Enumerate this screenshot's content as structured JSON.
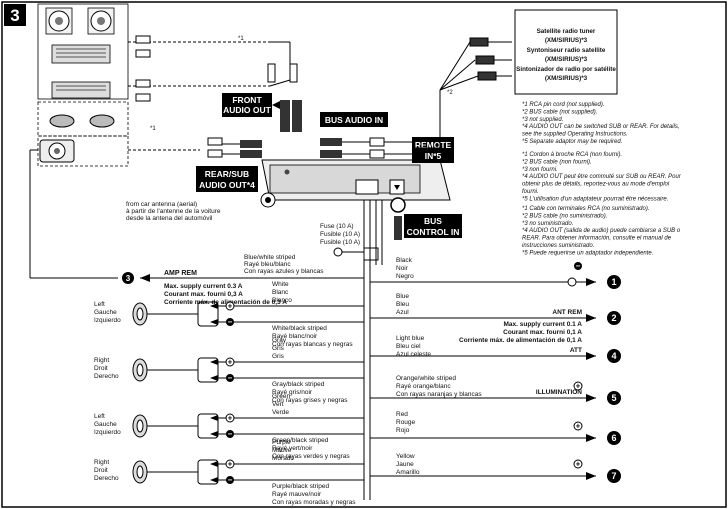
{
  "page": {
    "step_number": "3"
  },
  "top_right_box": {
    "lines": [
      "Satellite radio tuner",
      "(XM/SIRIUS)*3",
      "Syntoniseur radio satellite",
      "(XM/SIRIUS)*3",
      "Sintonizador de radio por satélite",
      "(XM/SIRIUS)*3"
    ]
  },
  "callouts": {
    "front_audio_out": [
      "FRONT",
      "AUDIO OUT"
    ],
    "rear_sub_audio_out": [
      "REAR/SUB",
      "AUDIO OUT*4"
    ],
    "bus_audio_in": "BUS AUDIO IN",
    "remote_in": [
      "REMOTE",
      "IN*5"
    ],
    "bus_control_in": [
      "BUS",
      "CONTROL IN"
    ]
  },
  "cable_marks": {
    "m1": "*1",
    "m2": "*2"
  },
  "antenna": [
    "from car antenna (aerial)",
    "à partir de l'antenne de la voiture",
    "desde la antena del automóvil"
  ],
  "fuse": [
    "Fuse (10 A)",
    "Fusible (10 A)",
    "Fusible (10 A)"
  ],
  "footnotes": {
    "en": [
      "*1  RCA pin cord (not supplied).",
      "*2  BUS cable (not supplied).",
      "*3  not supplied.",
      "*4  AUDIO OUT can be switched SUB or REAR. For details,",
      "     see the supplied Operating Instructions.",
      "*5  Separate adaptor may be required."
    ],
    "fr": [
      "*1  Cordon à broche RCA (non fourni).",
      "*2  BUS cable (non fourni).",
      "*3  non fourni.",
      "*4  AUDIO OUT peut être commuté sur SUB ou REAR. Pour",
      "     obtenir plus de détails, reportez-vous au mode d'emploi",
      "     fourni.",
      "*5  L'utilisation d'un adaptateur pourrait être nécessaire."
    ],
    "es": [
      "*1  Cable con terminales RCA (no suministrado).",
      "*2  BUS cable (no suministrado).",
      "*3  no suministrado.",
      "*4  AUDIO OUT (salida de audio) puede cambiarse a SUB o",
      "     REAR. Para obtener información, consulte el manual de",
      "     instrucciones suministrado.",
      "*5  Puede requerirse un adaptador independiente."
    ]
  },
  "amp_rem": {
    "wire": [
      "Blue/white striped",
      "Rayé bleu/blanc",
      "Con rayas azules y blancas"
    ],
    "label": "AMP REM",
    "number": "3",
    "supply": [
      "Max. supply current 0.3 A",
      "Courant max. fourni 0,3 A",
      "Corriente máx. de alimentación de 0,3 A"
    ]
  },
  "speakers": [
    {
      "position": [
        "Left",
        "Gauche",
        "Izquierdo"
      ],
      "plus": [
        "White",
        "Blanc",
        "Blanco"
      ],
      "minus": [
        "White/black striped",
        "Rayé blanc/noir",
        "Con rayas blancas y negras"
      ]
    },
    {
      "position": [
        "Right",
        "Droit",
        "Derecho"
      ],
      "plus": [
        "Gray",
        "Gris",
        "Gris"
      ],
      "minus": [
        "Gray/black striped",
        "Rayé gris/noir",
        "Con rayas grises y negras"
      ]
    },
    {
      "position": [
        "Left",
        "Gauche",
        "Izquierdo"
      ],
      "plus": [
        "Green",
        "Vert",
        "Verde"
      ],
      "minus": [
        "Green/black striped",
        "Rayé vert/noir",
        "Con rayas verdes y negras"
      ]
    },
    {
      "position": [
        "Right",
        "Droit",
        "Derecho"
      ],
      "plus": [
        "Purple",
        "Mauve",
        "Morado"
      ],
      "minus": [
        "Purple/black striped",
        "Rayé mauve/noir",
        "Con rayas moradas y negras"
      ]
    }
  ],
  "right_wires": [
    {
      "color": [
        "Black",
        "Noir",
        "Negro"
      ],
      "number": "1"
    },
    {
      "color": [
        "Blue",
        "Bleu",
        "Azul"
      ],
      "label": "ANT REM",
      "supply": [
        "Max. supply current 0.1 A",
        "Courant max. fourni 0,1 A",
        "Corriente máx. de alimentación de 0,1 A"
      ],
      "number": "2"
    },
    {
      "color": [
        "Light blue",
        "Bleu ciel",
        "Azul celeste"
      ],
      "label": "ATT",
      "number": "4"
    },
    {
      "color": [
        "Orange/white striped",
        "Rayé orange/blanc",
        "Con rayas naranjas y blancas"
      ],
      "label": "ILLUMINATION",
      "number": "5"
    },
    {
      "color": [
        "Red",
        "Rouge",
        "Rojo"
      ],
      "number": "6"
    },
    {
      "color": [
        "Yellow",
        "Jaune",
        "Amarillo"
      ],
      "number": "7"
    }
  ],
  "symbols": {
    "plus": "+",
    "minus": "−",
    "ground": "⏚"
  }
}
